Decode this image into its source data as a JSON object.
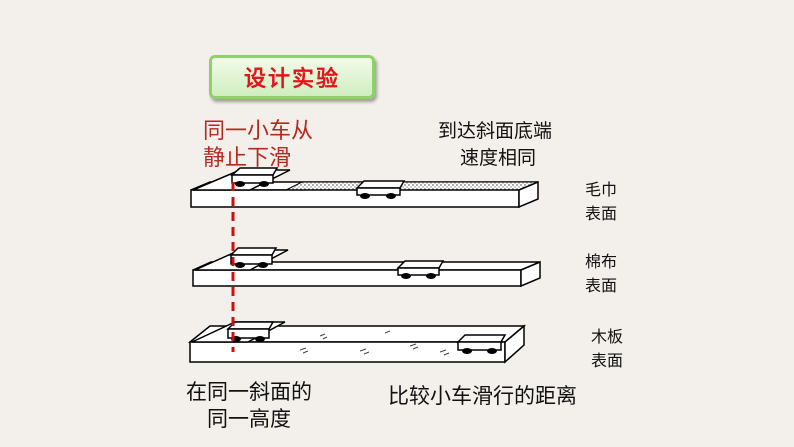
{
  "title": "设计实验",
  "left_note": [
    "同一小车从",
    "静止下滑"
  ],
  "top_note": [
    "到达斜面底端",
    "速度相同"
  ],
  "surfaces": [
    [
      "毛巾",
      "表面"
    ],
    [
      "棉布",
      "表面"
    ],
    [
      "木板",
      "表面"
    ]
  ],
  "bottom_left": [
    "在同一斜面的",
    "同一高度"
  ],
  "bottom_right": "比较小车滑行的距离",
  "colors": {
    "title_text": "#e4141b",
    "note_text": "#b32a1f",
    "dashed_line": "#cc1010",
    "badge_border": "#8fd06b"
  }
}
